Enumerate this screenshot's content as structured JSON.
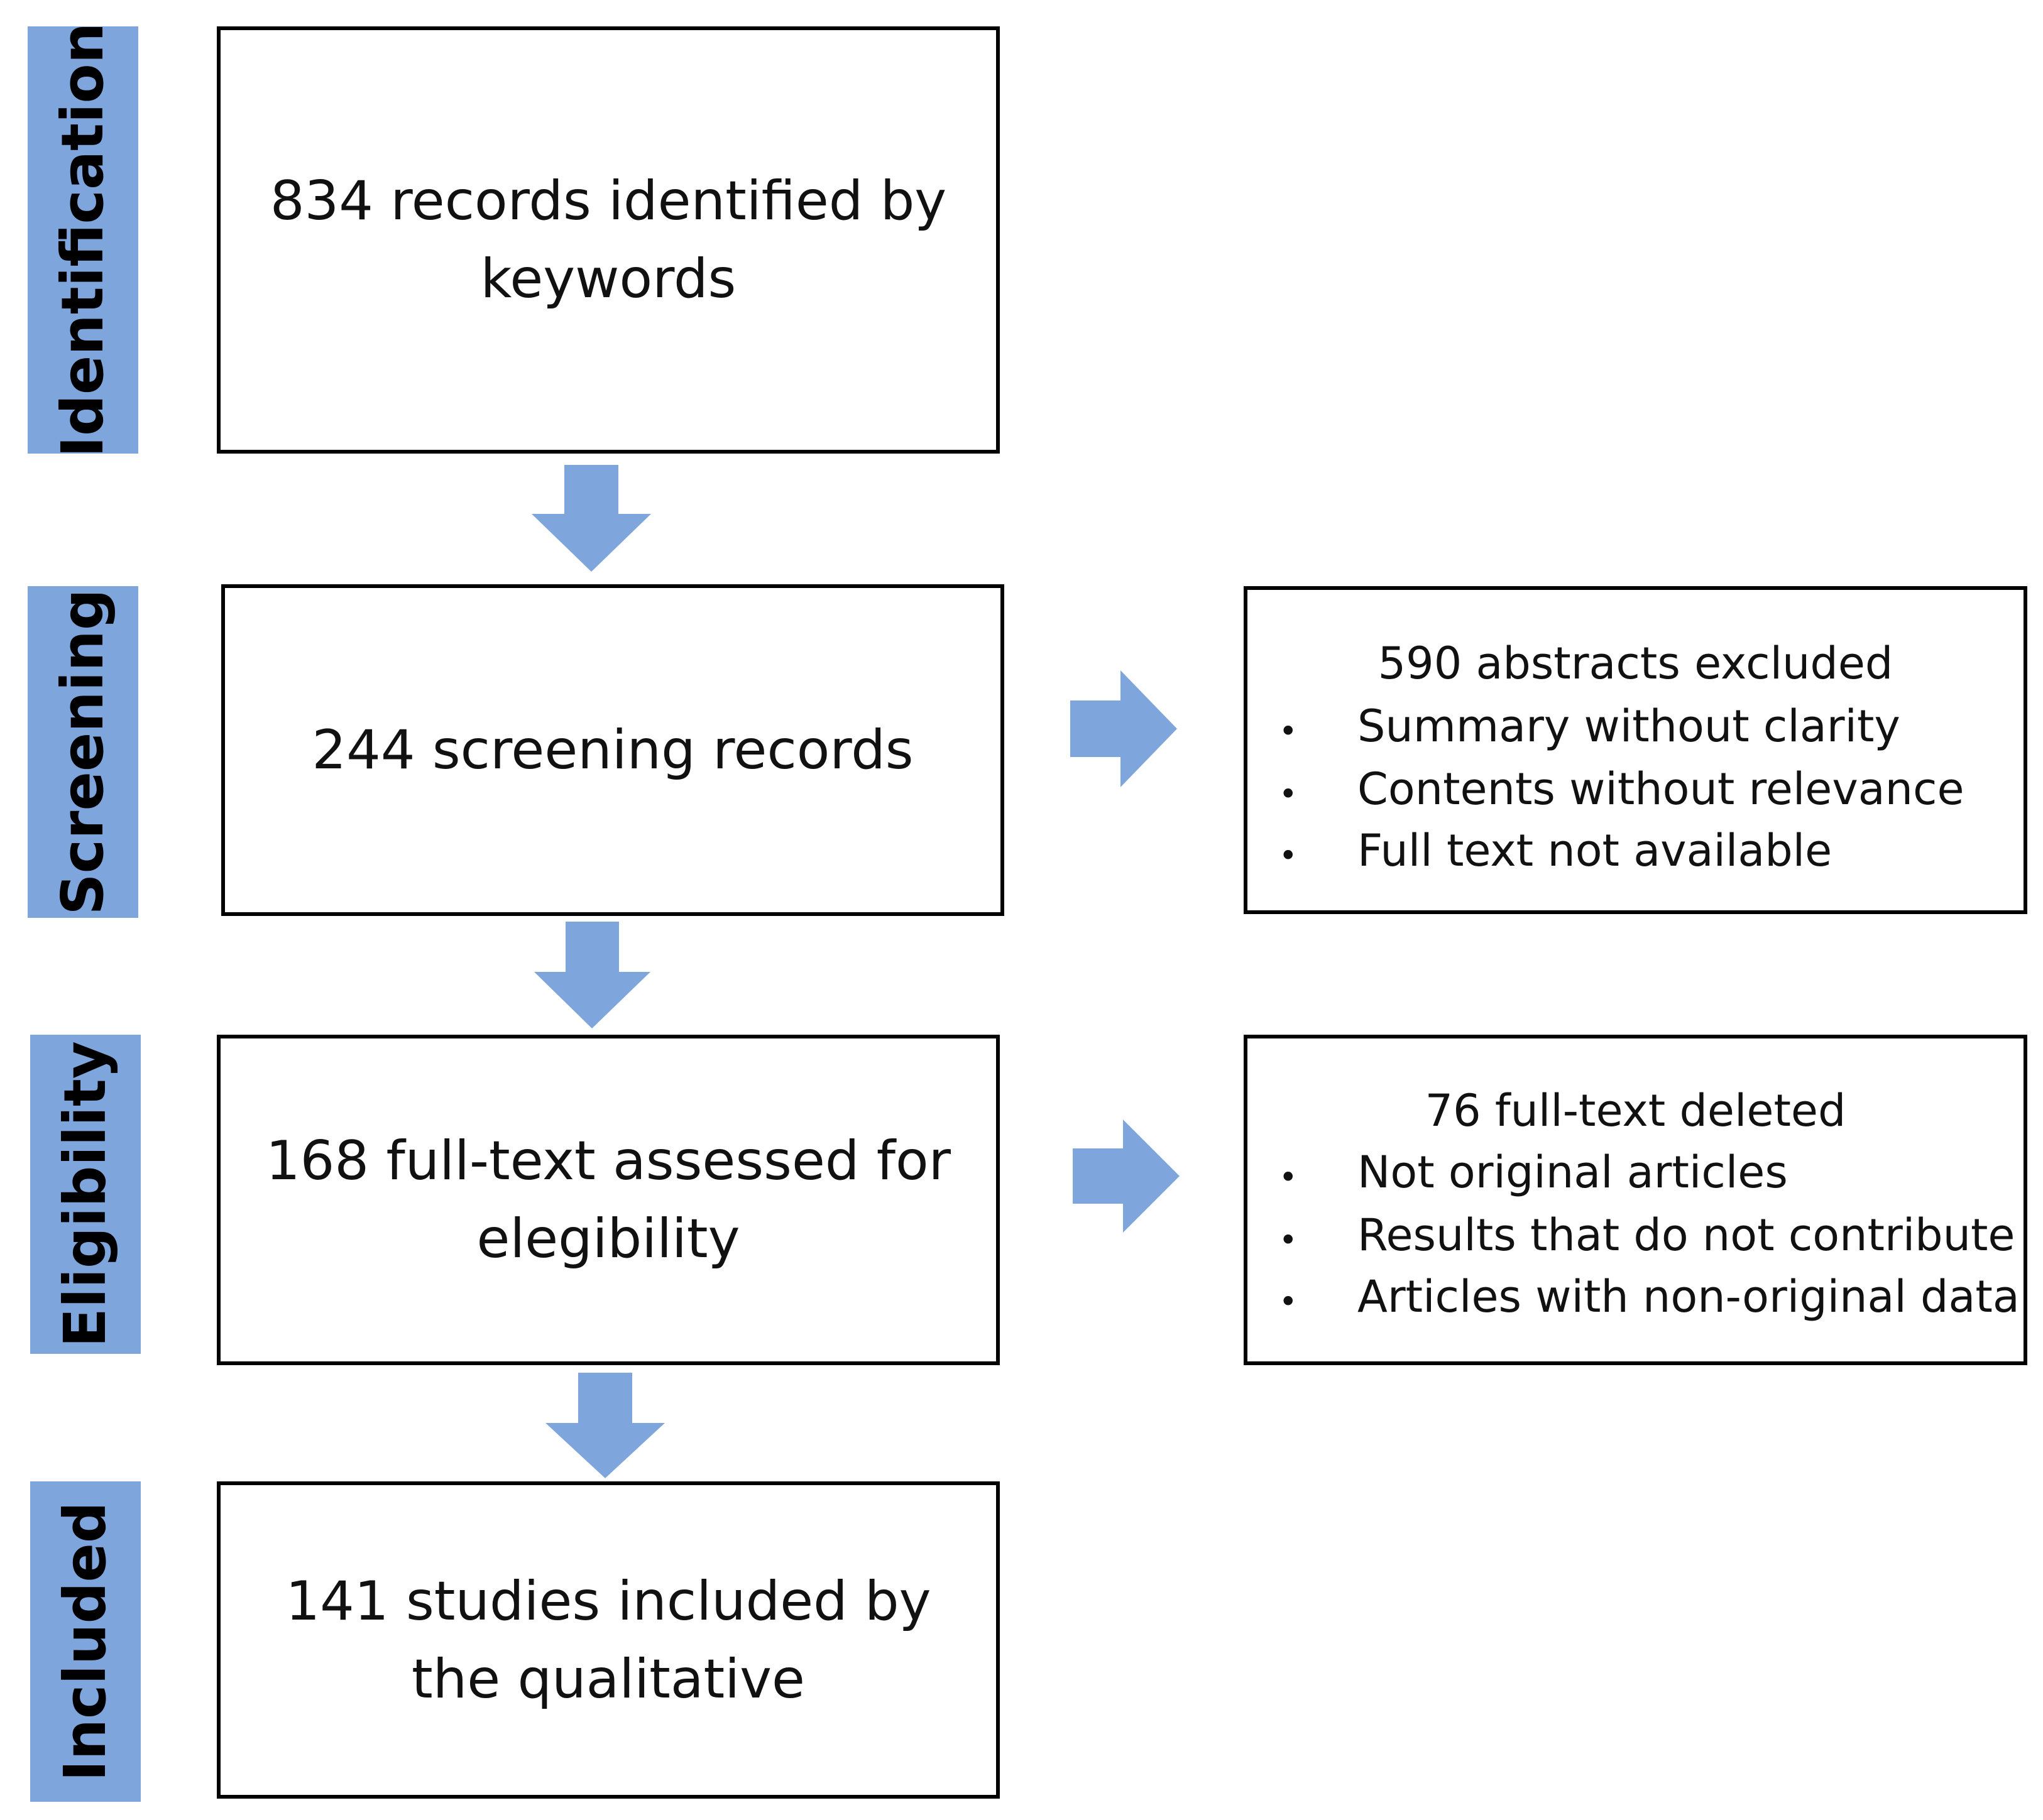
{
  "colors": {
    "stage_fill": "#7ea6dc",
    "arrow_fill": "#7ea6dc",
    "border": "#000000"
  },
  "stages": {
    "identification": "Identification",
    "screening": "Screening",
    "eligibility": "Eligibility",
    "included": "Included"
  },
  "boxes": {
    "identified": "834 records identified by keywords",
    "screened": "244 screening records",
    "assessed": "168 full-text assessed for elegibility",
    "included": "141 studies included by the qualitative"
  },
  "excluded_abstracts": {
    "title": "590 abstracts excluded",
    "reasons": [
      "Summary without clarity",
      "Contents without relevance",
      "Full text not available"
    ]
  },
  "excluded_fulltext": {
    "title": "76 full-text deleted",
    "reasons": [
      "Not original articles",
      "Results that do not contribute",
      "Articles with non-original data"
    ]
  },
  "icons": {
    "arrow_down": "arrow-down-icon",
    "arrow_right": "arrow-right-icon",
    "bullet": "bullet-icon"
  }
}
